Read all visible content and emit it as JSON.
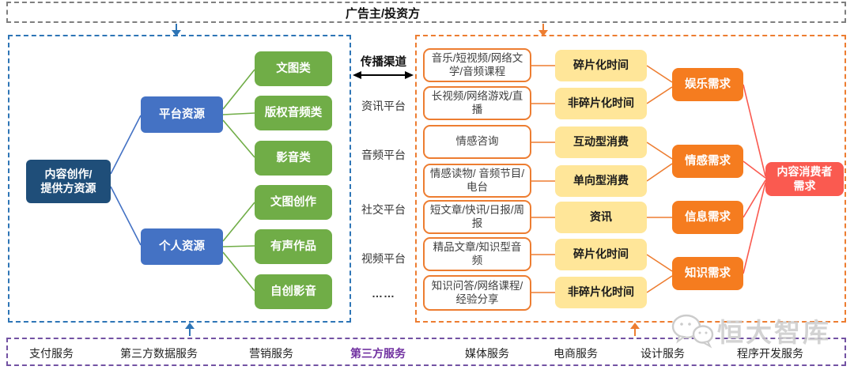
{
  "top": {
    "label": "广告主/投资方"
  },
  "left": {
    "root_line1": "内容创作/",
    "root_line2": "提供方资源",
    "groups": [
      "平台资源",
      "个人资源"
    ],
    "leaves": [
      "文图类",
      "版权音频类",
      "影音类",
      "文图创作",
      "有声作品",
      "自创影音"
    ]
  },
  "channels": {
    "title": "传播渠道",
    "items": [
      "资讯平台",
      "音频平台",
      "社交平台",
      "视频平台",
      "……"
    ]
  },
  "right": {
    "content_boxes": [
      "音乐/短视频/网络文学/音频课程",
      "长视频/网络游戏/直播",
      "情感咨询",
      "情感读物/ 音频节目/电台",
      "短文章/快讯/日报/周报",
      "精品文章/知识型音频",
      "知识问答/网络课程/经验分享"
    ],
    "mode_boxes": [
      "碎片化时间",
      "非碎片化时间",
      "互动型消费",
      "单向型消费",
      "资讯",
      "碎片化时间",
      "非碎片化时间"
    ],
    "need_boxes": [
      "娱乐需求",
      "情感需求",
      "信息需求",
      "知识需求"
    ],
    "consumer_line1": "内容消费者",
    "consumer_line2": "需求"
  },
  "bottom": {
    "items": [
      "支付服务",
      "第三方数据服务",
      "营销服务",
      "第三方服务",
      "媒体服务",
      "电商服务",
      "设计服务",
      "程序开发服务"
    ]
  },
  "watermark": {
    "label": "恒大智库"
  },
  "colors": {
    "gray_dash": "#7f7f7f",
    "blue_dash": "#2e75b6",
    "orange_dash": "#ed7d31",
    "purple_dash": "#7352a3",
    "navy": "#1f4e79",
    "blue": "#4472c4",
    "green": "#70ad47",
    "yellow": "#ffe699",
    "orange": "#f57c1f",
    "red": "#fa5a50",
    "purple_text": "#7030a0"
  }
}
